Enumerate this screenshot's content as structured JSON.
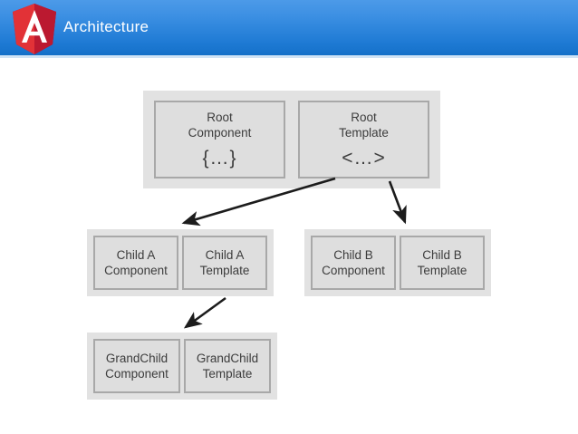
{
  "header": {
    "title": "Architecture",
    "logo_icon": "angular-shield-icon",
    "background_top_color": "#4c9ae8",
    "background_bottom_color": "#1470c8",
    "title_color": "#ffffff",
    "logo_color": "#dd0031",
    "logo_letter": "A"
  },
  "diagram": {
    "background_color": "#ffffff",
    "group_band_color": "#e2e2e2",
    "box_fill_color": "#dedede",
    "box_border_color": "#a8a8a8",
    "text_color": "#3c3c3c",
    "arrow_color": "#1c1c1c",
    "groups": [
      {
        "name": "root",
        "boxes": [
          {
            "name": "root-component",
            "line1": "Root",
            "line2": "Component",
            "symbol": "{…}"
          },
          {
            "name": "root-template",
            "line1": "Root",
            "line2": "Template",
            "symbol": "<…>"
          }
        ]
      },
      {
        "name": "child-a",
        "boxes": [
          {
            "name": "child-a-component",
            "line1": "Child A",
            "line2": "Component",
            "symbol": ""
          },
          {
            "name": "child-a-template",
            "line1": "Child A",
            "line2": "Template",
            "symbol": ""
          }
        ]
      },
      {
        "name": "child-b",
        "boxes": [
          {
            "name": "child-b-component",
            "line1": "Child B",
            "line2": "Component",
            "symbol": ""
          },
          {
            "name": "child-b-template",
            "line1": "Child B",
            "line2": "Template",
            "symbol": ""
          }
        ]
      },
      {
        "name": "grandchild",
        "boxes": [
          {
            "name": "grandchild-component",
            "line1": "GrandChild",
            "line2": "Component",
            "symbol": ""
          },
          {
            "name": "grandchild-template",
            "line1": "GrandChild",
            "line2": "Template",
            "symbol": ""
          }
        ]
      }
    ],
    "arrows": [
      {
        "name": "arrow-root-template-to-child-a",
        "from": "root-template",
        "to": "child-a"
      },
      {
        "name": "arrow-root-template-to-child-b",
        "from": "root-template",
        "to": "child-b"
      },
      {
        "name": "arrow-child-a-template-to-grandchild",
        "from": "child-a-template",
        "to": "grandchild"
      }
    ]
  }
}
